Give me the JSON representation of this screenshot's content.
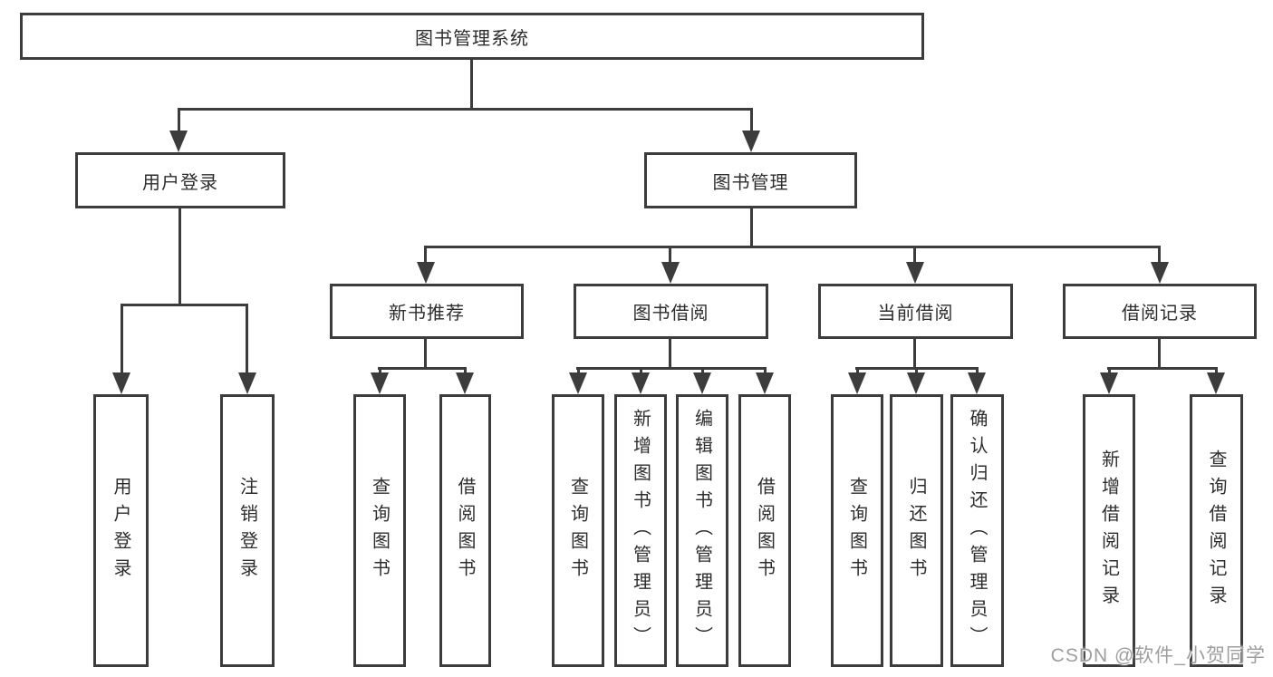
{
  "tree": {
    "root": "图书管理系统",
    "branches": [
      {
        "label": "用户登录",
        "children": [
          "用户登录",
          "注销登录"
        ]
      },
      {
        "label": "图书管理",
        "groups": [
          {
            "label": "新书推荐",
            "children": [
              "查询图书",
              "借阅图书"
            ]
          },
          {
            "label": "图书借阅",
            "children": [
              "查询图书",
              "新增图书（管理员）",
              "编辑图书（管理员）",
              "借阅图书"
            ]
          },
          {
            "label": "当前借阅",
            "children": [
              "查询图书",
              "归还图书",
              "确认归还（管理员）"
            ]
          },
          {
            "label": "借阅记录",
            "children": [
              "新增借阅记录",
              "查询借阅记录"
            ]
          }
        ]
      }
    ]
  },
  "watermark": {
    "text": "CSDN @软件_小贺同学"
  },
  "colors": {
    "line": "#3c3c3c",
    "text": "#2d2d2d",
    "background": "#ffffff",
    "watermark": "#9e9e9e"
  }
}
